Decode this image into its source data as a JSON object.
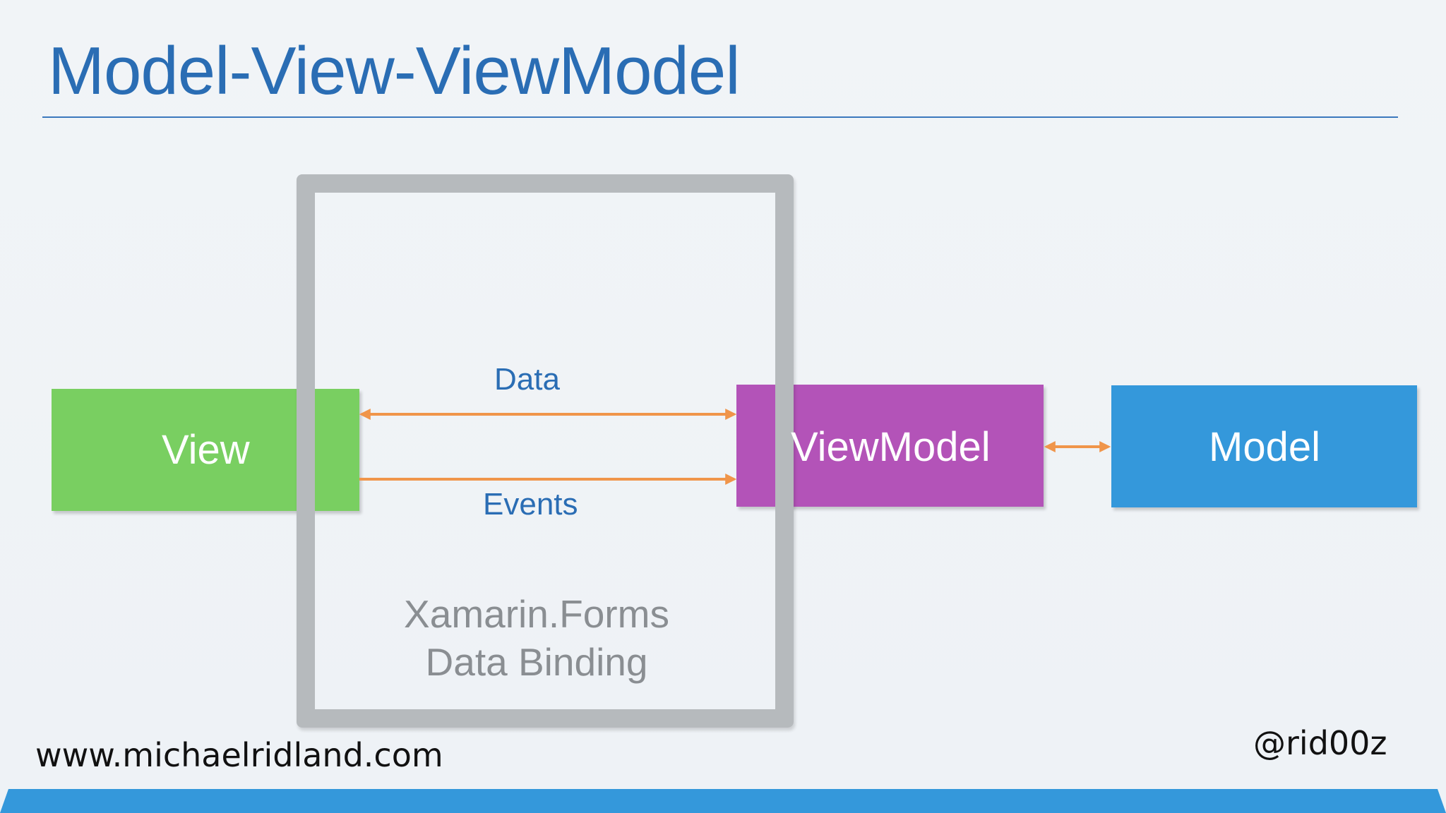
{
  "slide": {
    "title": "Model-View-ViewModel",
    "footer_url": "www.michaelridland.com",
    "footer_handle": "@rid00z"
  },
  "diagram": {
    "view_label": "View",
    "viewmodel_label": "ViewModel",
    "model_label": "Model",
    "frame_line1": "Xamarin.Forms",
    "frame_line2": "Data Binding",
    "data_label": "Data",
    "events_label": "Events"
  },
  "colors": {
    "title": "#2a6db4",
    "view": "#79cf61",
    "viewmodel": "#b353b8",
    "model": "#3498db",
    "frame": "#b6babd",
    "arrow": "#f0954a",
    "band": "#3498db"
  }
}
